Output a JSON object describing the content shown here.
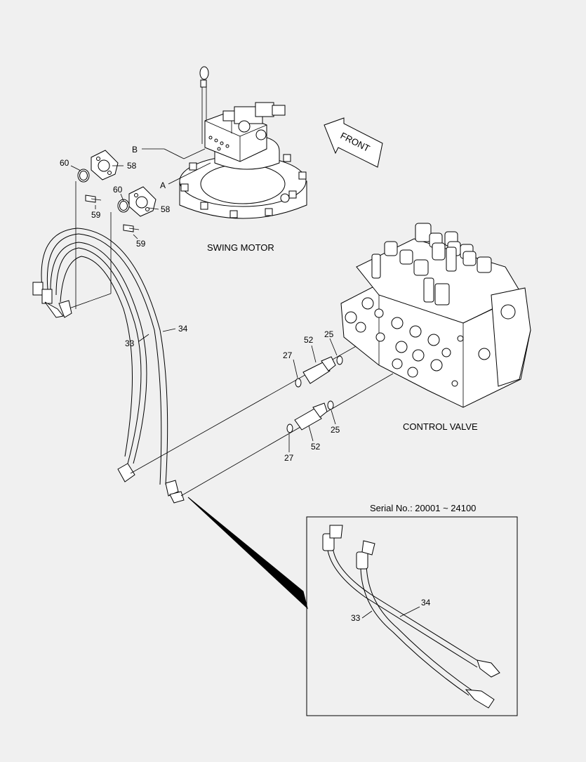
{
  "labels": {
    "swing_motor": "SWING MOTOR",
    "control_valve": "CONTROL VALVE",
    "front": "FRONT",
    "port_a": "A",
    "port_b": "B",
    "serial": "Serial No.: 20001 ~ 24100"
  },
  "callouts": {
    "p60a": "60",
    "p58a": "58",
    "p59a": "59",
    "p60b": "60",
    "p58b": "58",
    "p59b": "59",
    "p33": "33",
    "p34": "34",
    "p27a": "27",
    "p52a": "52",
    "p25a": "25",
    "p27b": "27",
    "p52b": "52",
    "p25b": "25",
    "inset33": "33",
    "inset34": "34"
  }
}
